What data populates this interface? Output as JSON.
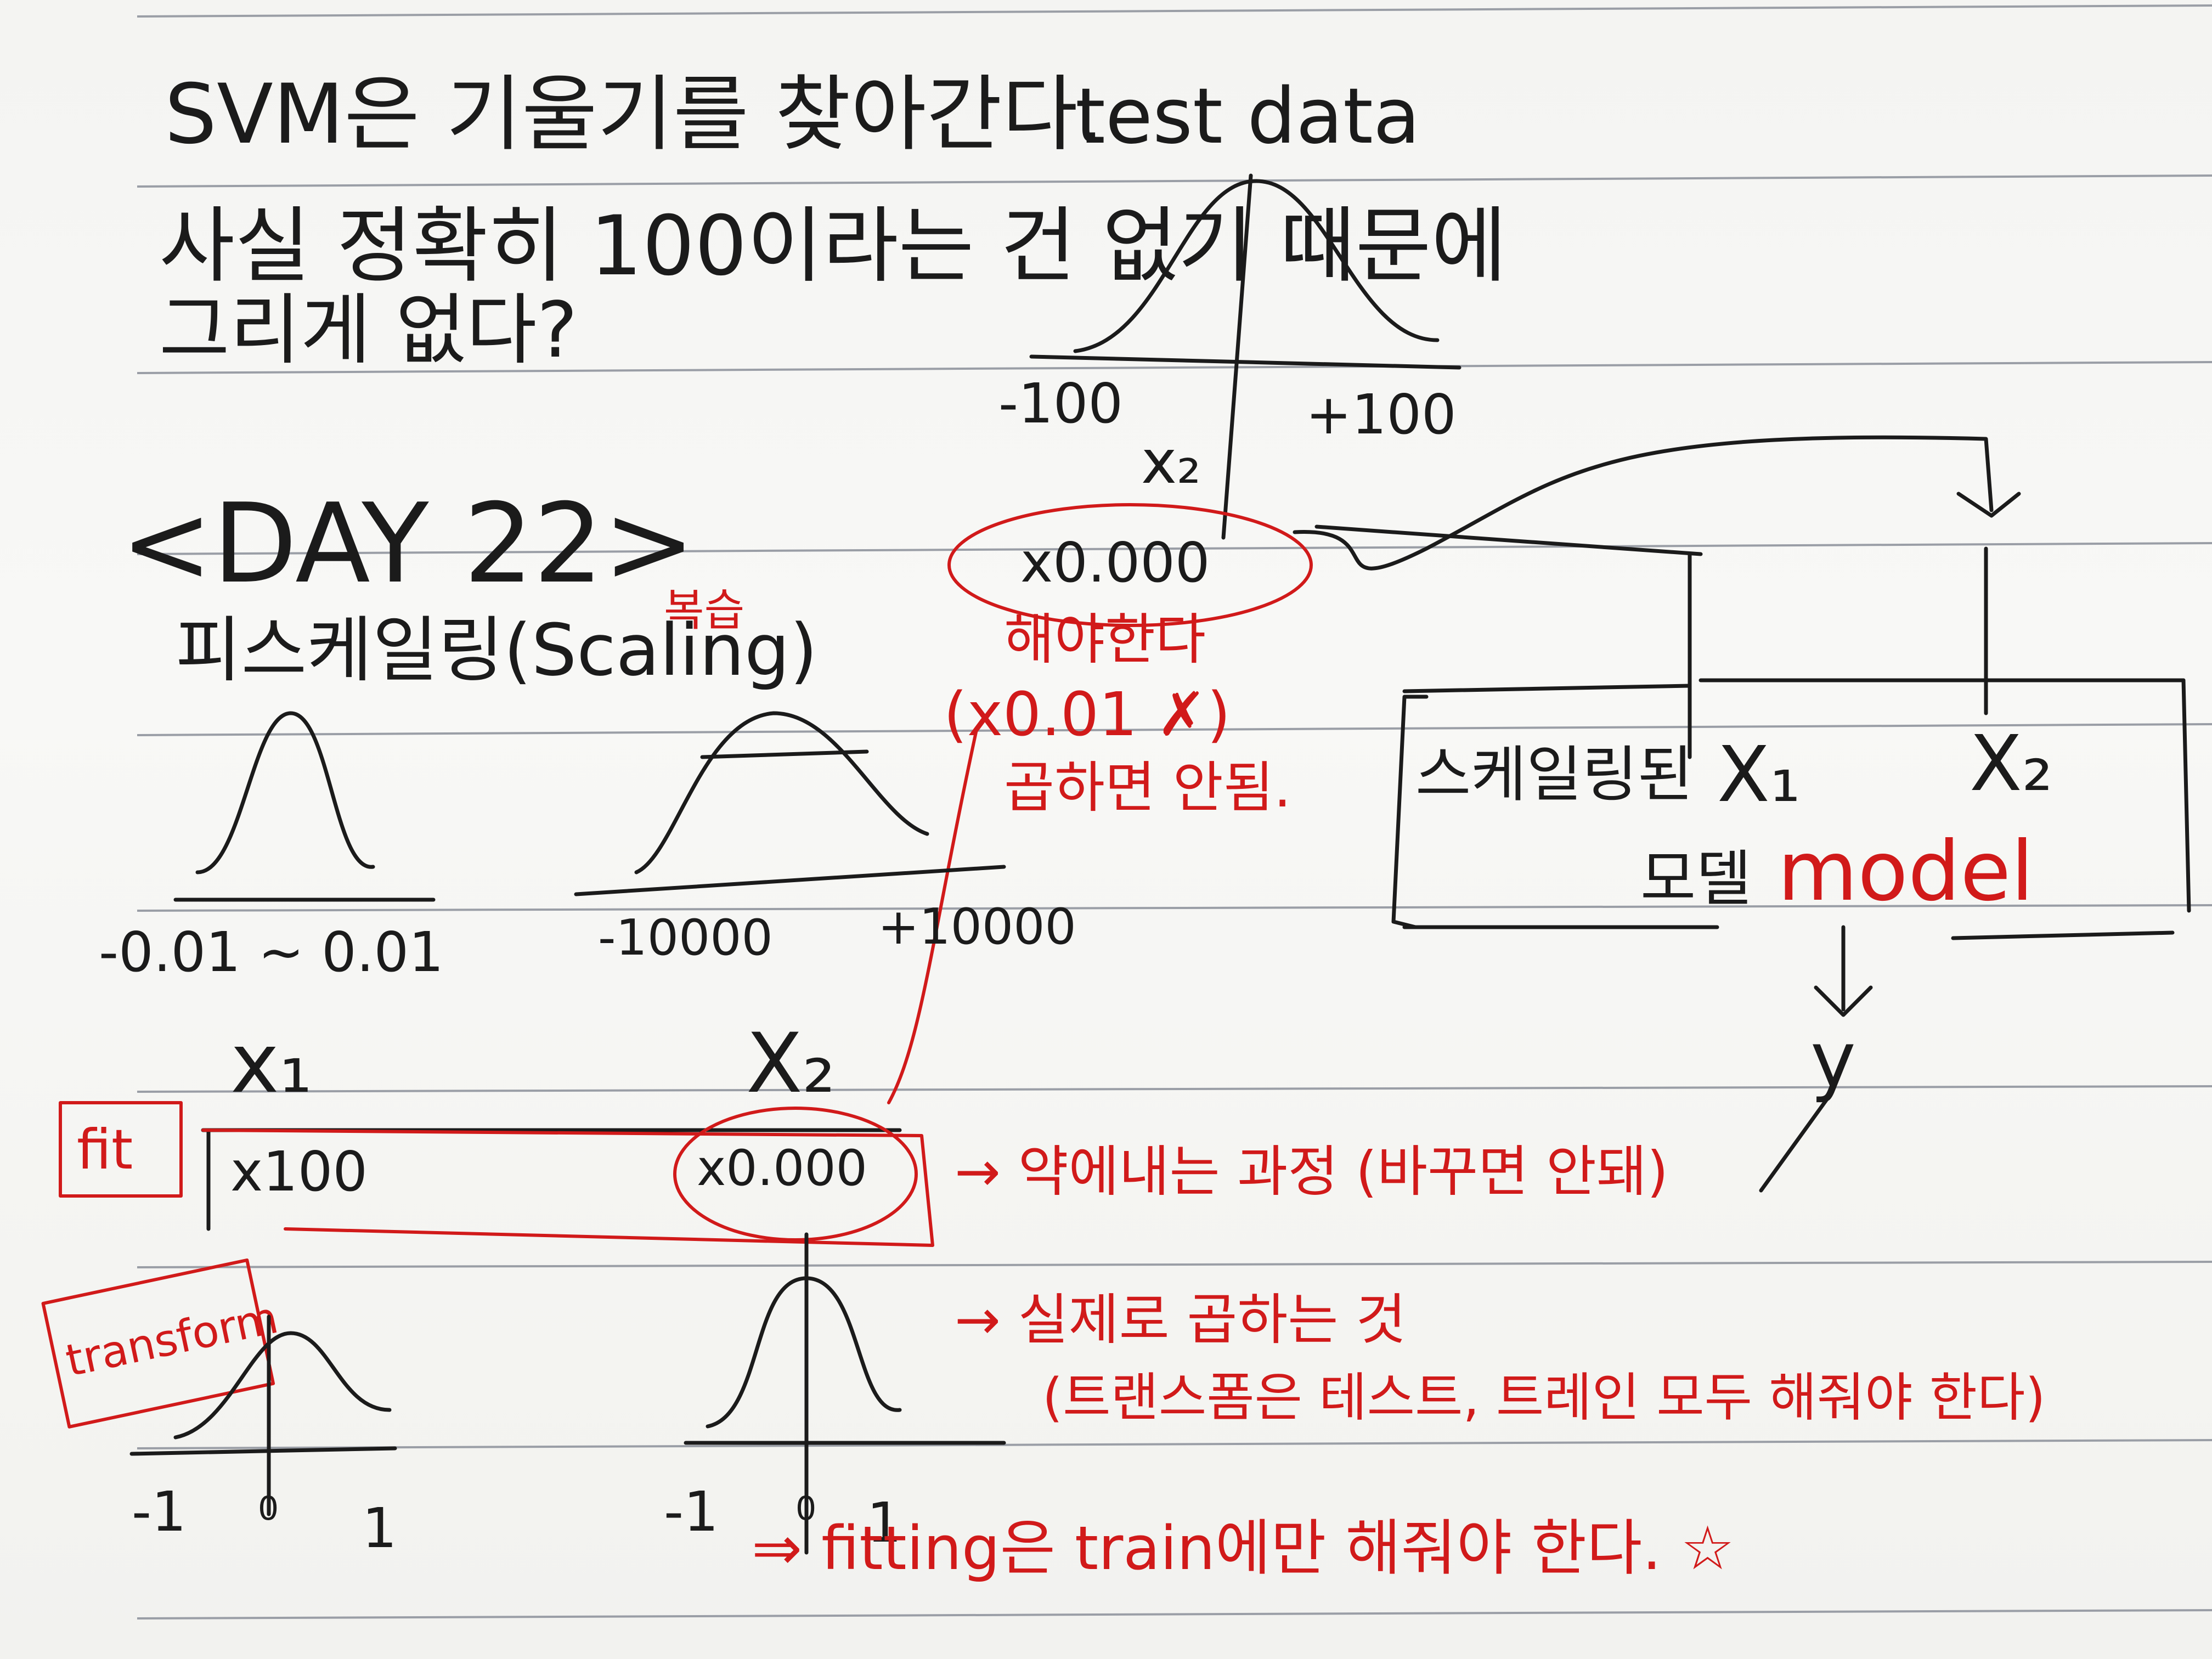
{
  "notes": {
    "line1": "SVM은 기울기를 찾아간다.",
    "line2": "사실 정확히 100이라는 건 없기 때문에",
    "line3": "그리게 없다?",
    "day_heading": "<DAY 22>",
    "section_title": "피스케일링(Scaling)",
    "review_mark": "복습",
    "test_data_label": "test data",
    "test_tick_left": "-100",
    "test_tick_right": "+100",
    "test_var": "x₂",
    "test_multiplier": "x0.000",
    "red_note_1": "해야한다",
    "red_note_2": "(x0.01 ✗)",
    "red_note_3": "곱하면 안됨.",
    "scaled_label": "스케일링된",
    "x1_label": "X₁",
    "x2_label": "X₂",
    "model_word": "모델",
    "model_word_red": "model",
    "y_label": "y",
    "range_left": "-0.01 ~ 0.01",
    "range_right_neg": "-10000",
    "range_right_pos": "+10000",
    "var_x1": "x₁",
    "var_x2": "X₂",
    "fit_label": "fit",
    "fit_x1_value": "x100",
    "fit_x2_value": "x0.000",
    "note_fit": "→ 약에내는 과정 (바꾸면 안돼)",
    "transform_label": "transform",
    "note_transform": "→ 실제로 곱하는 것",
    "note_transform_2": "(트랜스폼은 테스트, 트레인 모두 해줘야 한다)",
    "axis_neg": "-1",
    "axis_zero": "0",
    "axis_pos": "1",
    "conclusion": "⇒ fitting은 train에만 해줘야 한다. ☆"
  },
  "colors": {
    "paper": "#f6f6f4",
    "rule": "#9a9ea6",
    "ink": "#1b1b1b",
    "red_pen": "#d11a1a"
  }
}
